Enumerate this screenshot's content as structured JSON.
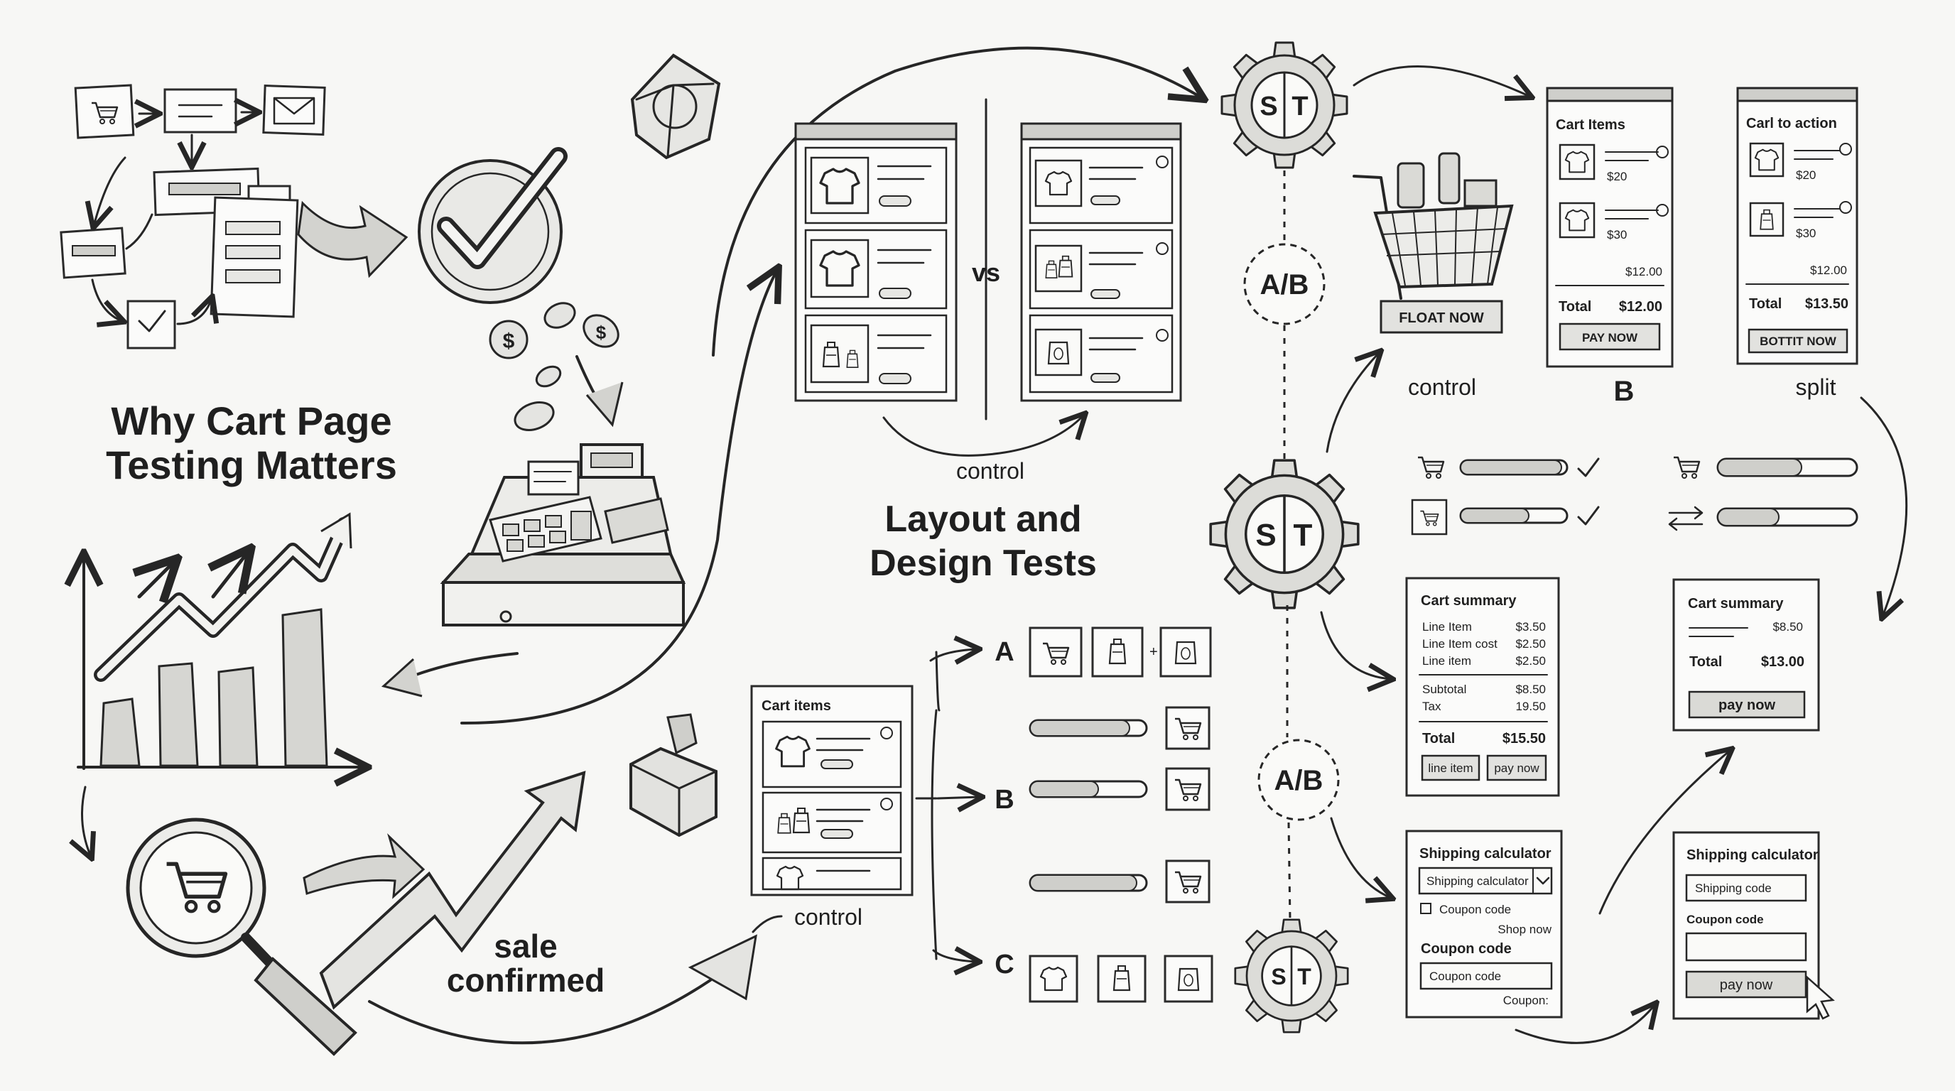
{
  "headings": {
    "why": [
      "Why Cart Page",
      "Testing Matters"
    ],
    "layout": [
      "Layout and",
      "Design Tests"
    ],
    "sale": [
      "sale",
      "confirmed"
    ]
  },
  "labels": {
    "vs": "vs",
    "control_mid": "control",
    "control_lower": "control",
    "control_right": "control",
    "b_variant": "B",
    "split": "split",
    "ab_1": "A/B",
    "ab_2": "A/B",
    "gear_s": "S",
    "gear_t": "T",
    "float_now": "FLOAT NOW",
    "variant_a": "A",
    "variant_b": "B",
    "variant_c": "C"
  },
  "cart_items_card": {
    "title": "Cart Items",
    "price_1": "$20",
    "price_2": "$30",
    "subtotal": "$12.00",
    "total_label": "Total",
    "total_value": "$12.00",
    "button": "PAY NOW"
  },
  "cart_action_card": {
    "title": "Carl to action",
    "price_1": "$20",
    "price_2": "$30",
    "subtotal": "$12.00",
    "total_label": "Total",
    "total_value": "$13.50",
    "button": "BOTTIT NOW"
  },
  "cart_summary_1": {
    "title": "Cart summary",
    "rows": [
      {
        "label": "Line Item",
        "value": "$3.50"
      },
      {
        "label": "Line Item cost",
        "value": "$2.50"
      },
      {
        "label": "Line item",
        "value": "$2.50"
      }
    ],
    "subtotal_label": "Subtotal",
    "subtotal_value": "$8.50",
    "tax_label": "Tax",
    "tax_value": "19.50",
    "total_label": "Total",
    "total_value": "$15.50",
    "button_1": "line item",
    "button_2": "pay now"
  },
  "cart_summary_2": {
    "title": "Cart summary",
    "row_value": "$8.50",
    "total_label": "Total",
    "total_value": "$13.00",
    "button": "pay now"
  },
  "shipping_1": {
    "title": "Shipping calculator",
    "select_value": "Shipping calculator",
    "checkbox_label": "Coupon code",
    "link": "Shop now",
    "coupon_label": "Coupon code",
    "coupon_value": "Coupon code",
    "footer_link": "Coupon:"
  },
  "shipping_2": {
    "title": "Shipping calculator",
    "placeholder": "Shipping code",
    "coupon_label": "Coupon code",
    "button": "pay now"
  },
  "cart_items_lower": {
    "title": "Cart items"
  },
  "icons": [
    "cart-icon",
    "envelope-icon",
    "checkmark-icon",
    "dollar-coin-icon",
    "cash-register-icon",
    "bar-chart-icon",
    "trend-arrow-icon",
    "magnifier-cart-icon",
    "gear-icon",
    "shopping-basket-icon",
    "tshirt-icon",
    "bottle-icon",
    "cube-icon"
  ]
}
